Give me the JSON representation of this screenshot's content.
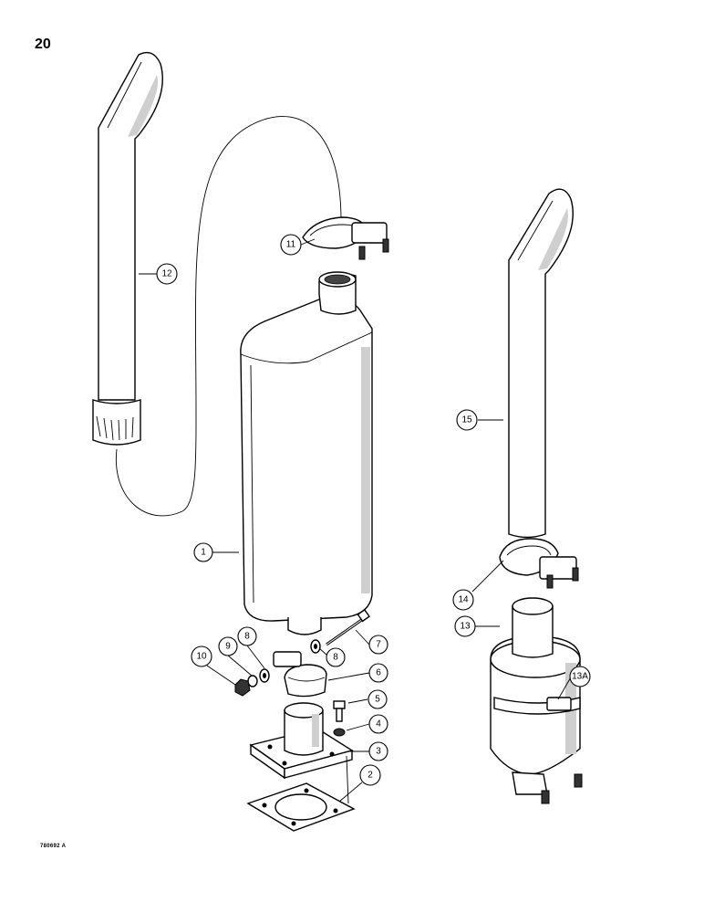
{
  "page_number": "20",
  "figure_code": "780692 A",
  "callouts": [
    {
      "id": "1",
      "label": "1"
    },
    {
      "id": "2",
      "label": "2"
    },
    {
      "id": "3",
      "label": "3"
    },
    {
      "id": "4",
      "label": "4"
    },
    {
      "id": "5",
      "label": "5"
    },
    {
      "id": "6",
      "label": "6"
    },
    {
      "id": "7",
      "label": "7"
    },
    {
      "id": "8a",
      "label": "8"
    },
    {
      "id": "8b",
      "label": "8"
    },
    {
      "id": "9",
      "label": "9"
    },
    {
      "id": "10",
      "label": "10"
    },
    {
      "id": "11",
      "label": "11"
    },
    {
      "id": "12",
      "label": "12"
    },
    {
      "id": "13",
      "label": "13"
    },
    {
      "id": "13A",
      "label": "13A"
    },
    {
      "id": "14",
      "label": "14"
    },
    {
      "id": "15",
      "label": "15"
    }
  ]
}
